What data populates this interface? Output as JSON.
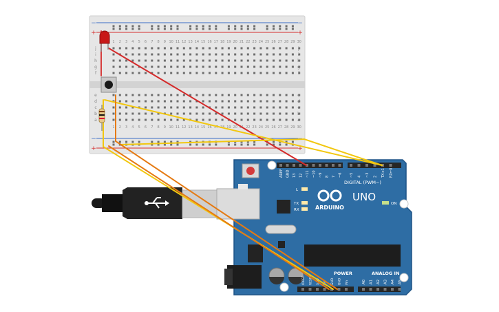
{
  "colors": {
    "board_blue": "#2e6da4",
    "board_dark": "#1f5487",
    "breadboard": "#e6e6e6",
    "rail_red": "#d62f2f",
    "rail_blue": "#3a6cc6",
    "wire_red": "#d42a2a",
    "wire_yellow": "#f2c70f",
    "wire_orange": "#e57a12",
    "led_red": "#c81818"
  },
  "breadboard": {
    "plus": "+",
    "minus": "−",
    "col_numbers": [
      "1",
      "2",
      "3",
      "4",
      "5",
      "6",
      "7",
      "8",
      "9",
      "10",
      "11",
      "12",
      "13",
      "14",
      "15",
      "16",
      "17",
      "18",
      "19",
      "20",
      "21",
      "22",
      "23",
      "24",
      "25",
      "26",
      "27",
      "28",
      "29",
      "30"
    ],
    "rows_top": [
      "j",
      "i",
      "h",
      "g",
      "f"
    ],
    "rows_bottom": [
      "e",
      "d",
      "c",
      "b",
      "a"
    ]
  },
  "arduino": {
    "logo": "ARDUINO",
    "model": "UNO",
    "digital_label": "DIGITAL (PWM~)",
    "analog_label": "ANALOG IN",
    "power_label": "POWER",
    "on_label": "ON",
    "l_label": "L",
    "tx_label": "TX",
    "rx_label": "RX",
    "digital_pins": [
      "AREF",
      "GND",
      "13",
      "12",
      "~11",
      "~10",
      "~9",
      "8",
      "7",
      "~6",
      "~5",
      "4",
      "~3",
      "2",
      "TX➜1",
      "RX←0"
    ],
    "power_pins": [
      "IOREF",
      "RESET",
      "3.3V",
      "5V",
      "GND",
      "GND",
      "Vin"
    ],
    "analog_pins": [
      "A0",
      "A1",
      "A2",
      "A3",
      "A4",
      "A5"
    ]
  },
  "components": {
    "led": "led",
    "button": "pushbutton",
    "resistor": "resistor",
    "usb": "usb-cable"
  }
}
